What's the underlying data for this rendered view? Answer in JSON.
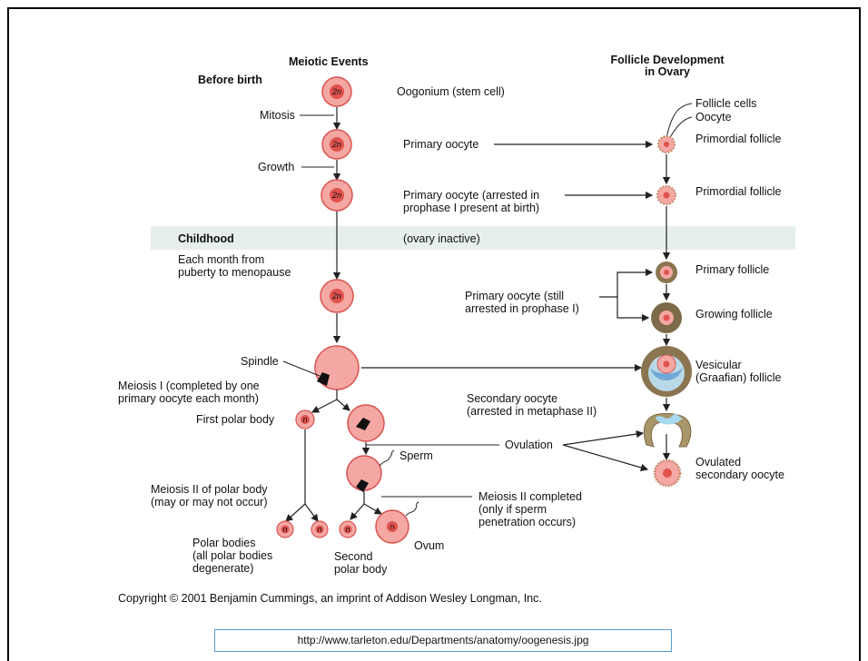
{
  "headers": {
    "meiotic_events": "Meiotic Events",
    "follicle_line1": "Follicle Development",
    "follicle_line2": "in Ovary"
  },
  "stages": {
    "before_birth": "Before birth",
    "childhood": "Childhood",
    "ovary_inactive": "(ovary inactive)",
    "each_month_line1": "Each month from",
    "each_month_line2": "puberty to menopause"
  },
  "cell_labels": {
    "ploidy_2n": "2n",
    "ploidy_n": "n",
    "oogonium": "Oogonium (stem cell)",
    "mitosis": "Mitosis",
    "growth": "Growth",
    "primary_oocyte": "Primary oocyte",
    "primary_oocyte_arrested_1": "Primary oocyte (arrested in",
    "primary_oocyte_arrested_2": "prophase I present at birth)",
    "primary_oocyte_still_1": "Primary oocyte (still",
    "primary_oocyte_still_2": "arrested in prophase I)",
    "spindle": "Spindle",
    "meiosis1_1": "Meiosis I (completed by one",
    "meiosis1_2": "primary oocyte each month)",
    "first_polar_body": "First polar body",
    "secondary_oocyte_1": "Secondary oocyte",
    "secondary_oocyte_2": "(arrested in metaphase II)",
    "ovulation": "Ovulation",
    "sperm": "Sperm",
    "meiosis2_polar_1": "Meiosis II of polar body",
    "meiosis2_polar_2": "(may or may not occur)",
    "meiosis2_done_1": "Meiosis II completed",
    "meiosis2_done_2": "(only if sperm",
    "meiosis2_done_3": "penetration occurs)",
    "polar_bodies_1": "Polar bodies",
    "polar_bodies_2": "(all polar bodies",
    "polar_bodies_3": "degenerate)",
    "second_polar_1": "Second",
    "second_polar_2": "polar body",
    "ovum": "Ovum"
  },
  "follicle_labels": {
    "follicle_cells": "Follicle cells",
    "oocyte": "Oocyte",
    "primordial_follicle": "Primordial follicle",
    "primary_follicle": "Primary follicle",
    "growing_follicle": "Growing follicle",
    "vesicular_1": "Vesicular",
    "vesicular_2": "(Graafian) follicle",
    "ovulated_1": "Ovulated",
    "ovulated_2": "secondary oocyte"
  },
  "copyright": "Copyright © 2001 Benjamin Cummings, an imprint of Addison Wesley Longman, Inc.",
  "source_url": "http://www.tarleton.edu/Departments/anatomy/oogenesis.jpg",
  "colors": {
    "cell_fill": "#f4a7a3",
    "cell_stroke": "#d9534f",
    "nucleus": "#e0524e",
    "childhood_band": "#e6efee",
    "follicle_brown": "#8a7550",
    "antrum_blue": "#a8d8ef"
  }
}
